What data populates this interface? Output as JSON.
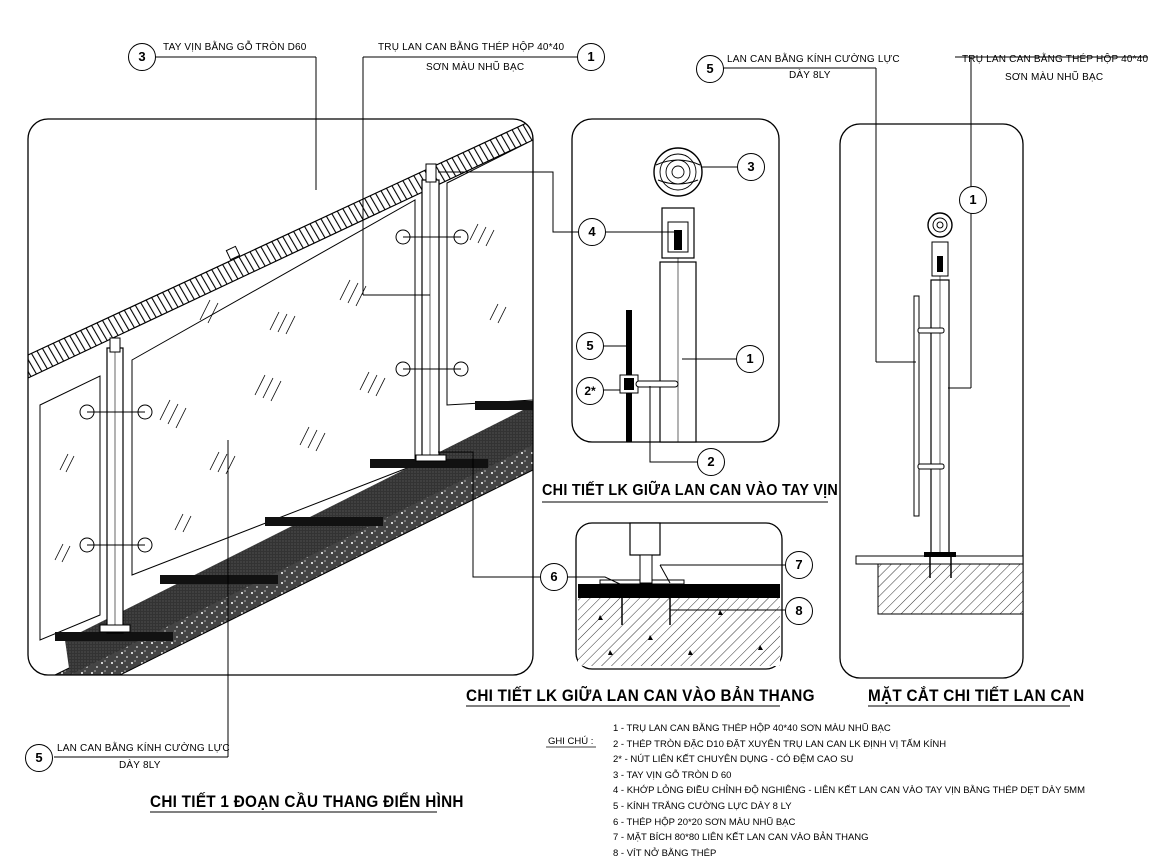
{
  "callouts": {
    "top_left_handrail": "TAY VỊN BẰNG GỖ TRÒN D60",
    "top_post_line1": "TRỤ LAN CAN BẰNG THÉP HỘP 40*40",
    "top_post_line2": "SƠN MÀU NHŨ BẠC",
    "top_glass_line1": "LAN CAN BẰNG KÍNH CƯỜNG LỰC",
    "top_glass_line2": "DÀY 8LY",
    "top_right_post_line1": "TRỤ LAN CAN BẰNG THÉP HỘP 40*40",
    "top_right_post_line2": "SƠN MÀU NHŨ BẠC",
    "bottom_glass_line1": "LAN CAN BẰNG KÍNH CƯỜNG LỰC",
    "bottom_glass_line2": "DÀY 8LY"
  },
  "bubbles": {
    "b3_top": "3",
    "b1_top": "1",
    "b5_top": "5",
    "b1_right": "1",
    "b3_mid": "3",
    "b4_mid": "4",
    "b5_mid": "5",
    "b1_mid": "1",
    "b2s_mid": "2*",
    "b2_mid": "2",
    "b6": "6",
    "b7": "7",
    "b8": "8",
    "b5_bottom": "5"
  },
  "titles": {
    "handrail_joint": "CHI TIẾT LK GIỮA LAN CAN VÀO TAY VỊN",
    "stair_joint": "CHI TIẾT LK GIỮA LAN CAN VÀO BẢN THANG",
    "section": "MẶT CẮT CHI TIẾT LAN CAN",
    "typical_flight": "CHI TIẾT 1 ĐOẠN CẦU THANG ĐIỂN HÌNH"
  },
  "notes": {
    "heading": "GHI CHÚ :",
    "items": [
      "1 - TRỤ LAN CAN BẰNG THÉP HỘP 40*40 SƠN MÀU NHŨ BẠC",
      "2 - THÉP TRÒN ĐẶC D10 ĐẶT XUYÊN TRỤ LAN CAN LK ĐỊNH VỊ TẤM KÍNH",
      "2* - NÚT LIÊN KẾT CHUYÊN DỤNG - CÓ ĐỆM CAO SU",
      "3 - TAY VỊN GỖ TRÒN D 60",
      "4 - KHỚP LỎNG ĐIỀU CHỈNH ĐỘ NGHIÊNG - LIÊN KẾT LAN CAN VÀO TAY VỊN BẰNG THÉP DẸT DÀY 5MM",
      "5 - KÍNH TRẮNG CƯỜNG LỰC DÀY 8 LY",
      "6 - THÉP HỘP 20*20 SƠN MÀU NHŨ BẠC",
      "7 -  MẶT BÍCH 80*80 LIÊN KẾT LAN CAN VÀO BẢN THANG",
      "8 -  VÍT NỞ BẰNG THÉP"
    ]
  },
  "colors": {
    "line": "#000000",
    "background": "#ffffff"
  }
}
